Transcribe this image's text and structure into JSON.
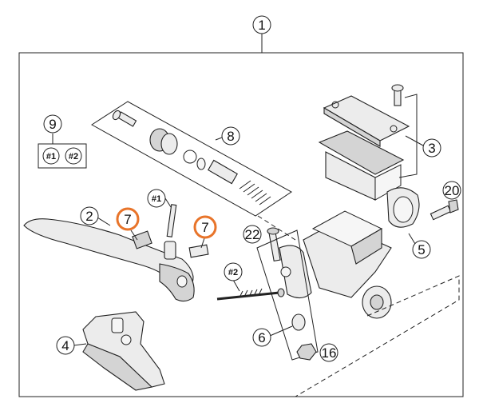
{
  "diagram": {
    "callouts": {
      "c1": "1",
      "c2": "2",
      "c3": "3",
      "c4": "4",
      "c5": "5",
      "c6": "6",
      "c7a": "7",
      "c7b": "7",
      "c8": "8",
      "c9": "9",
      "c16": "16",
      "c20": "20",
      "c22": "22"
    },
    "kit_labels": {
      "k1": "#1",
      "k2": "#2",
      "k1_lever": "#1",
      "k2_spring": "#2"
    },
    "highlight_color": "#e8742a"
  }
}
